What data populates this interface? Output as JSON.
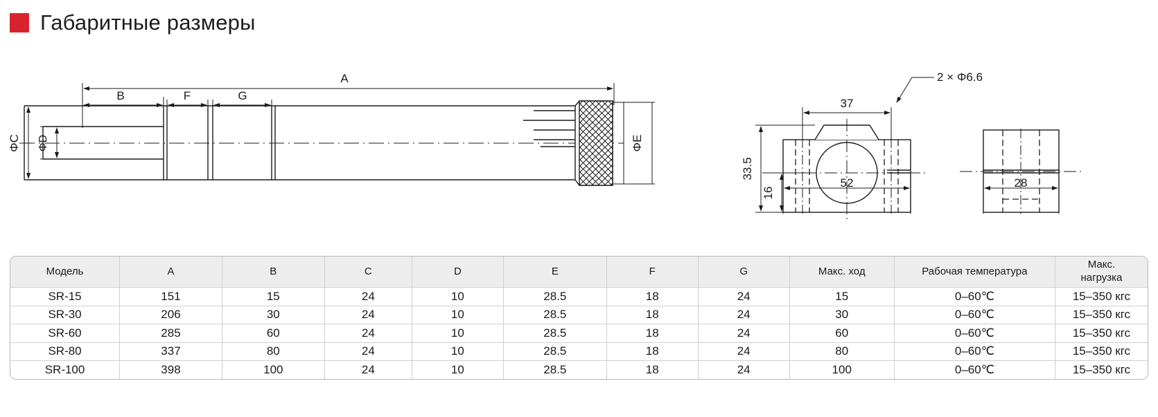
{
  "header": {
    "title": "Габаритные размеры",
    "marker_color": "#d8232f"
  },
  "drawing": {
    "side_view": {
      "dim_a": "A",
      "dim_b": "B",
      "dim_f": "F",
      "dim_g": "G",
      "dim_phi_c": "ΦC",
      "dim_phi_d": "ΦD",
      "dim_phi_e": "ΦE"
    },
    "front_view": {
      "dim_width_top": "37",
      "dim_height": "33.5",
      "dim_center_height": "16",
      "dim_width_total": "52",
      "callout_holes": "2 × Φ6.6"
    },
    "side_bracket_view": {
      "dim_depth": "28"
    }
  },
  "table": {
    "columns": [
      "Модель",
      "A",
      "B",
      "C",
      "D",
      "E",
      "F",
      "G",
      "Макс. ход",
      "Рабочая температура"
    ],
    "last_column": {
      "line1": "Макс.",
      "line2": "нагрузка"
    },
    "rows": [
      {
        "model": "SR-15",
        "a": "151",
        "b": "15",
        "c": "24",
        "d": "10",
        "e": "28.5",
        "f": "18",
        "g": "24",
        "stroke": "15",
        "temp": "0–60℃",
        "load": "15–350 кгс"
      },
      {
        "model": "SR-30",
        "a": "206",
        "b": "30",
        "c": "24",
        "d": "10",
        "e": "28.5",
        "f": "18",
        "g": "24",
        "stroke": "30",
        "temp": "0–60℃",
        "load": "15–350 кгс"
      },
      {
        "model": "SR-60",
        "a": "285",
        "b": "60",
        "c": "24",
        "d": "10",
        "e": "28.5",
        "f": "18",
        "g": "24",
        "stroke": "60",
        "temp": "0–60℃",
        "load": "15–350 кгс"
      },
      {
        "model": "SR-80",
        "a": "337",
        "b": "80",
        "c": "24",
        "d": "10",
        "e": "28.5",
        "f": "18",
        "g": "24",
        "stroke": "80",
        "temp": "0–60℃",
        "load": "15–350 кгс"
      },
      {
        "model": "SR-100",
        "a": "398",
        "b": "100",
        "c": "24",
        "d": "10",
        "e": "28.5",
        "f": "18",
        "g": "24",
        "stroke": "100",
        "temp": "0–60℃",
        "load": "15–350 кгс"
      }
    ]
  }
}
